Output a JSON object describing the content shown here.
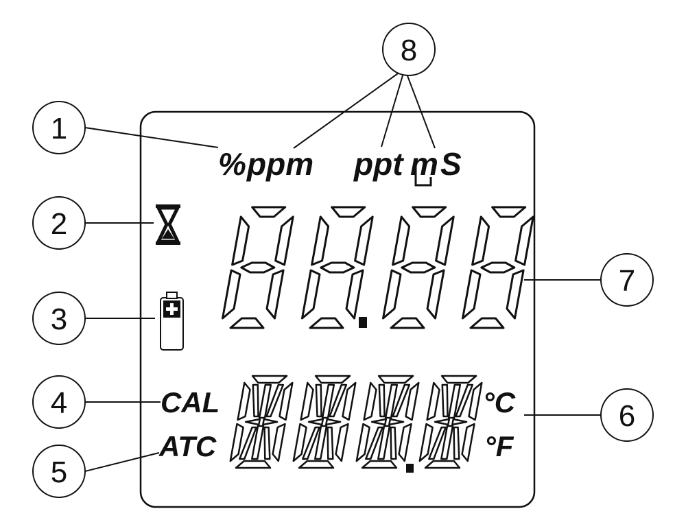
{
  "diagram": {
    "callouts": [
      {
        "id": "1",
        "label": "1"
      },
      {
        "id": "2",
        "label": "2"
      },
      {
        "id": "3",
        "label": "3"
      },
      {
        "id": "4",
        "label": "4"
      },
      {
        "id": "5",
        "label": "5"
      },
      {
        "id": "6",
        "label": "6"
      },
      {
        "id": "7",
        "label": "7"
      },
      {
        "id": "8",
        "label": "8"
      }
    ],
    "display": {
      "units": {
        "percent": "%",
        "ppm": "ppm",
        "ppt": "ppt",
        "micro": "m",
        "siemens": "S"
      },
      "indicators": {
        "cal": "CAL",
        "atc": "ATC",
        "celsius": "°C",
        "fahrenheit": "°F"
      },
      "icons": [
        "hourglass-icon",
        "battery-icon"
      ],
      "colors": {
        "ink": "#111111",
        "background": "#ffffff"
      }
    }
  }
}
